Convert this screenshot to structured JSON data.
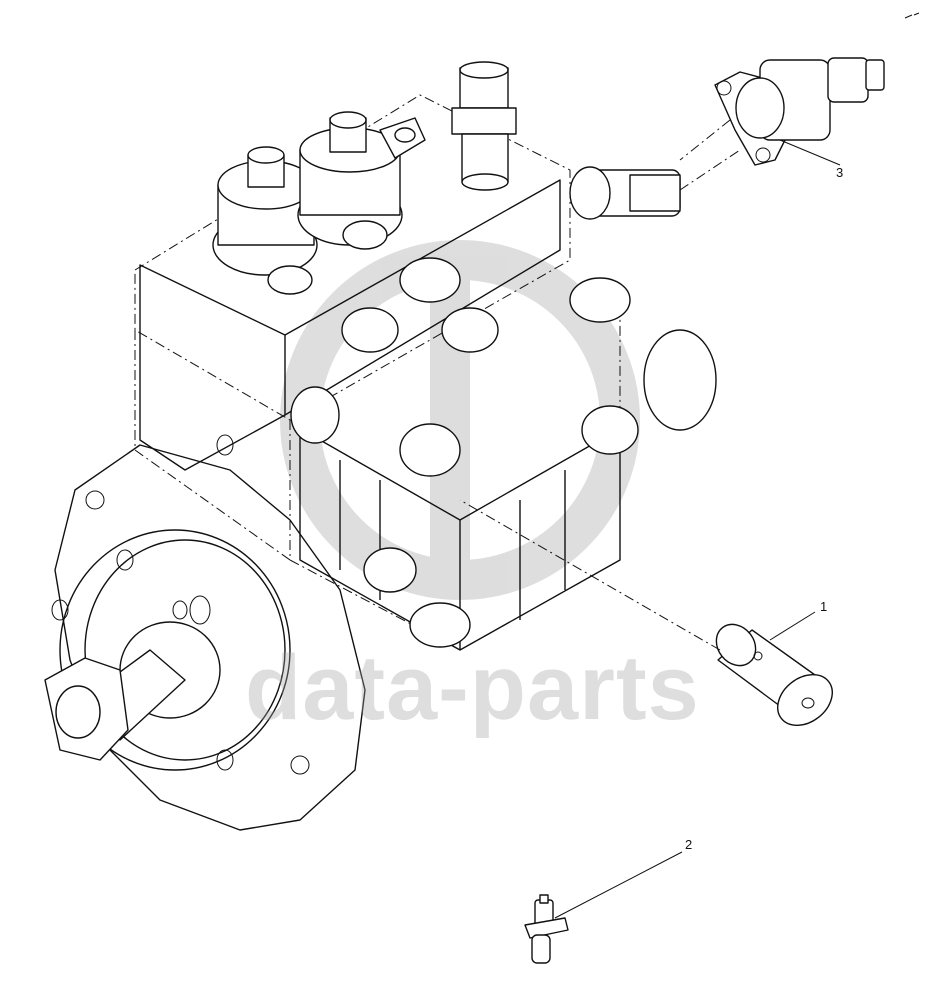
{
  "diagram": {
    "callouts": [
      {
        "id": "callout-1",
        "label": "1"
      },
      {
        "id": "callout-2",
        "label": "2"
      },
      {
        "id": "callout-3",
        "label": "3"
      }
    ],
    "watermark": {
      "text": "data-parts",
      "color": "#a0a0a0"
    },
    "line_color": "#111111"
  }
}
